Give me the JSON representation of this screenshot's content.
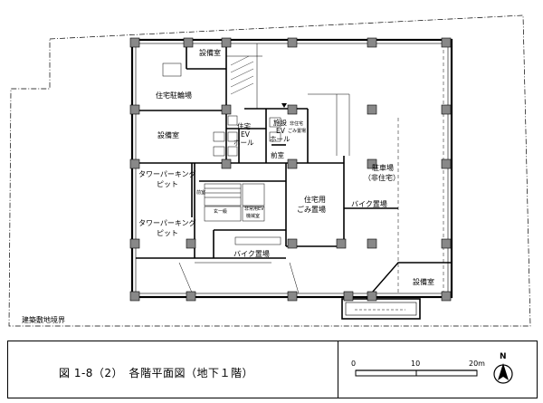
{
  "labels": {
    "setsubi_top": "設備室",
    "jutaku_chushajo": "住宅駐輪場",
    "setsubi_left": "設備室",
    "jutaku_ev_1": "住宅",
    "jutaku_ev_2": "EV",
    "jutaku_ev_3": "ホール",
    "shisetsu_ev_1": "施設",
    "shisetsu_ev_2": "EV",
    "shisetsu_ev_3": "ホール",
    "hi_gomi_1": "非住宅",
    "hi_gomi_2": "ごみ置場",
    "zenshitsu": "前室",
    "tower_1_a": "タワーパーキング",
    "tower_1_b": "ピット",
    "tower_2_a": "タワーパーキング",
    "tower_2_b": "ピット",
    "jutaku_gomi_1": "住宅用",
    "jutaku_gomi_2": "ごみ置場",
    "bike_right": "バイク置場",
    "chushajo_1": "駐車場",
    "chushajo_2": "（非住宅）",
    "bike_bottom": "バイク置場",
    "setsubi_bottom_right": "設備室",
    "maeshitsu_small": "前室",
    "genkan": "玄一級",
    "bosai": "非常用EV",
    "bosai_2": "機械室",
    "boundary": "建築敷地境界"
  },
  "caption": {
    "title": "図 1-8（2）　各階平面図（地下１階）"
  },
  "scale": {
    "ticks": [
      "0",
      "10",
      "20m"
    ]
  },
  "compass": {
    "letter": "N"
  }
}
